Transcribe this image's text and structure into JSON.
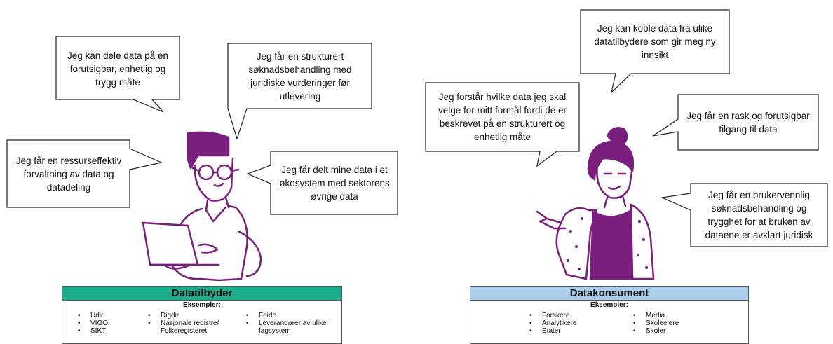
{
  "bubbles": {
    "share": "Jeg kan dele data på en forutsigbar, enhetlig og trygg måte",
    "structured": "Jeg får en strukturert søknadsbehandling med juridiske vurderinger før utlevering",
    "efficient": "Jeg får en ressurseffektiv forvaltning av data og datadeling",
    "ecosystem": "Jeg får delt mine data i et økosystem med sektorens øvrige data",
    "combine": "Jeg kan koble data fra ulike datatilbydere som gir meg ny innsikt",
    "understand": "Jeg forstår hvilke data jeg skal velge for mitt formål fordi de er beskrevet på en strukturert og enhetlig måte",
    "fast": "Jeg får en rask og forutsigbar tilgang til data",
    "userfriendly": "Jeg får en brukervennlig søknadsbehandling og trygghet for at bruken av dataene er avklart juridisk"
  },
  "provider": {
    "title": "Datatilbyder",
    "subtitle": "Eksempler:",
    "col1": [
      "Udir",
      "VIGO",
      "SIKT"
    ],
    "col2": [
      "Digdir",
      "Nasjonale registre/ Folkeregisteret"
    ],
    "col3": [
      "Feide",
      "Leverandører av ulike fagsystem"
    ]
  },
  "consumer": {
    "title": "Datakonsument",
    "subtitle": "Eksempler:",
    "col1": [
      "Forskere",
      "Analytikere",
      "Etater"
    ],
    "col2": [
      "Media",
      "Skoleeiere",
      "Skoler"
    ]
  },
  "colors": {
    "provider_header": "#1aae8c",
    "consumer_header": "#a9cdea",
    "figure_stroke": "#7a1e7e",
    "figure_fill": "#7a1e7e"
  }
}
